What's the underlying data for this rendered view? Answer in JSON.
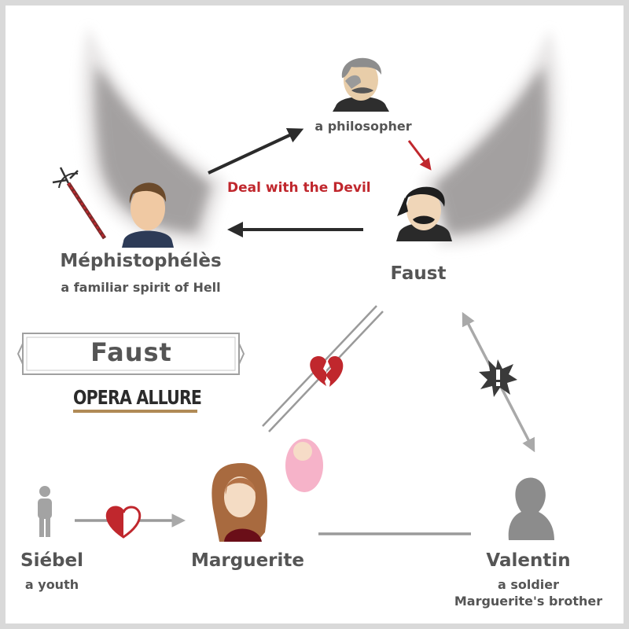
{
  "title": {
    "opera": "Faust",
    "brand": "OPERA ALLURE"
  },
  "relation": {
    "deal": "Deal with the Devil"
  },
  "characters": {
    "philosopher": {
      "role": "a philosopher"
    },
    "faust": {
      "name": "Faust"
    },
    "mephisto": {
      "name": "Méphistophélès",
      "role": "a familiar spirit of Hell"
    },
    "siebel": {
      "name": "Siébel",
      "role": "a youth"
    },
    "marguerite": {
      "name": "Marguerite"
    },
    "valentin": {
      "name": "Valentin",
      "role": "a soldier",
      "role2": "Marguerite's brother"
    }
  },
  "colors": {
    "accent_red": "#c0272d",
    "text_gray": "#555555",
    "horn_gray": "#b9b6b6"
  },
  "icons": [
    "horn-icon",
    "trident-icon",
    "broken-heart-icon",
    "half-heart-icon",
    "clash-icon",
    "baby-icon",
    "person-silhouette-icon"
  ]
}
